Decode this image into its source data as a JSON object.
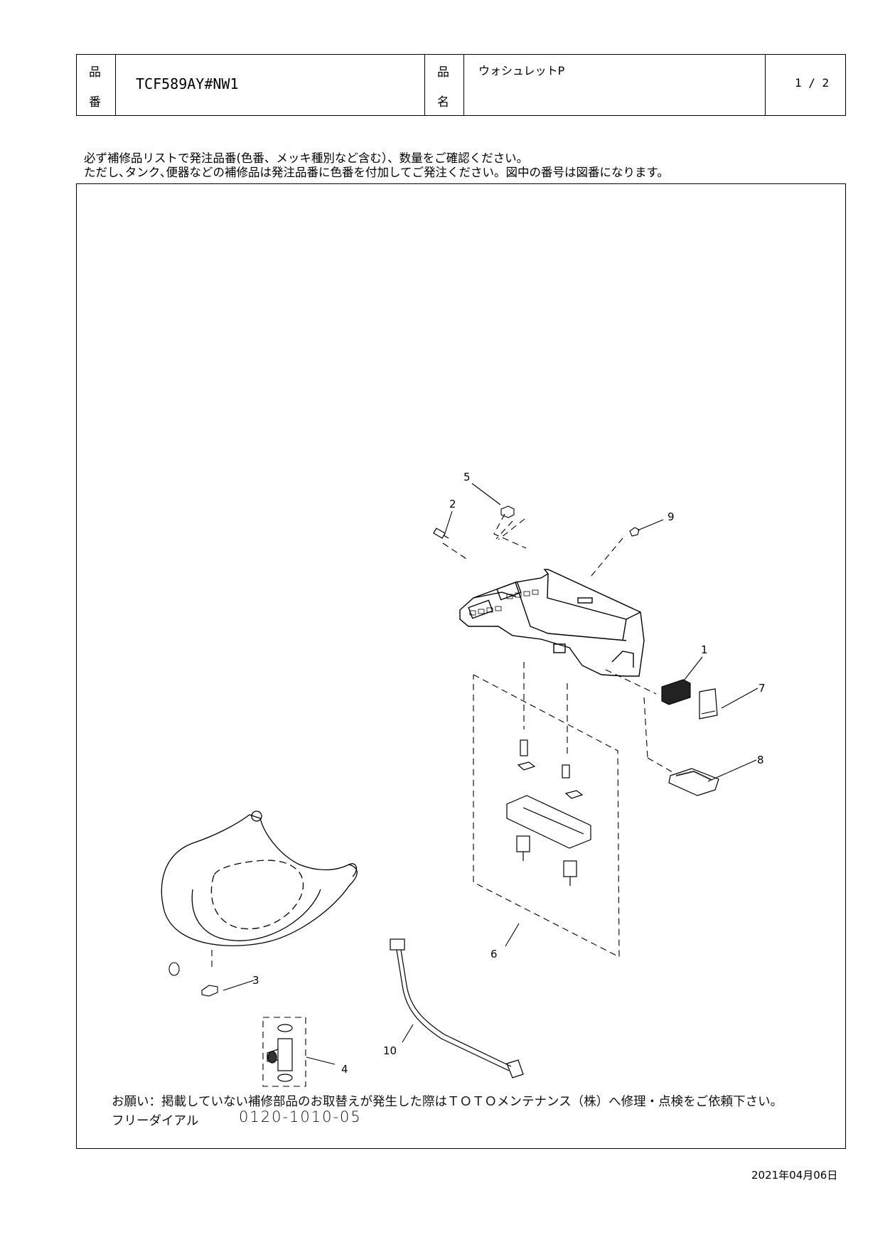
{
  "header": {
    "part_number_label_1": "品",
    "part_number_label_2": "番",
    "part_number": "TCF589AY#NW1",
    "product_name_label_1": "品",
    "product_name_label_2": "名",
    "product_name": "ウォシュレットP",
    "page": "1 / 2"
  },
  "notice": {
    "line1": "必ず補修品リストで発注品番(色番、メッキ種別など含む）、数量をご確認ください。",
    "line2": "ただし､タンク､便器などの補修品は発注品番に色番を付加してご発注ください。図中の番号は図番になります。"
  },
  "diagram": {
    "callouts": [
      "1",
      "2",
      "3",
      "4",
      "5",
      "6",
      "7",
      "8",
      "9",
      "10"
    ]
  },
  "footer_note": {
    "request": "お願い：掲載していない補修部品のお取替えが発生した際はＴＯＴＯメンテナンス（株）へ修理・点検をご依頼下さい。",
    "dial_label": "フリーダイアル",
    "dial_number": "0120-1010-05"
  },
  "date": "2021年04月06日"
}
